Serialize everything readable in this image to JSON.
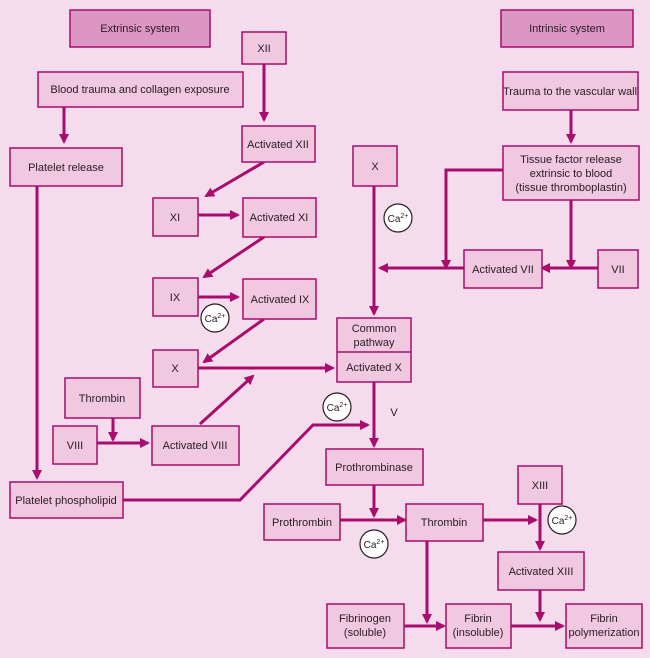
{
  "colors": {
    "background": "#f4dced",
    "box_fill": "#f0c8e0",
    "header_fill": "#dc96c4",
    "stroke": "#a80c6c",
    "text": "#2a1a24"
  },
  "headers": {
    "extrinsic": "Extrinsic system",
    "intrinsic": "Intrinsic system"
  },
  "nodes": {
    "xii": "XII",
    "blood_trauma": "Blood trauma and collagen exposure",
    "trauma_wall": "Trauma to the vascular wall",
    "activated_xii": "Activated XII",
    "platelet_release": "Platelet release",
    "x_top": "X",
    "tissue_factor": [
      "Tissue factor release",
      "extrinsic to blood",
      "(tissue thromboplastin)"
    ],
    "xi": "XI",
    "activated_xi": "Activated XI",
    "activated_vii": "Activated VII",
    "vii": "VII",
    "ix": "IX",
    "activated_ix": "Activated IX",
    "common_pathway": [
      "Common",
      "pathway"
    ],
    "activated_x": "Activated X",
    "x_mid": "X",
    "thrombin_top": "Thrombin",
    "viii": "VIII",
    "activated_viii": "Activated VIII",
    "prothrombinase": "Prothrombinase",
    "platelet_phospholipid": "Platelet phospholipid",
    "xiii": "XIII",
    "prothrombin": "Prothrombin",
    "thrombin": "Thrombin",
    "activated_xiii": "Activated XIII",
    "fibrinogen": [
      "Fibrinogen",
      "(soluble)"
    ],
    "fibrin": [
      "Fibrin",
      "(insoluble)"
    ],
    "fibrin_poly": [
      "Fibrin",
      "polymerization"
    ]
  },
  "labels": {
    "ca": "Ca",
    "ca_sup": "2+",
    "v": "V"
  }
}
